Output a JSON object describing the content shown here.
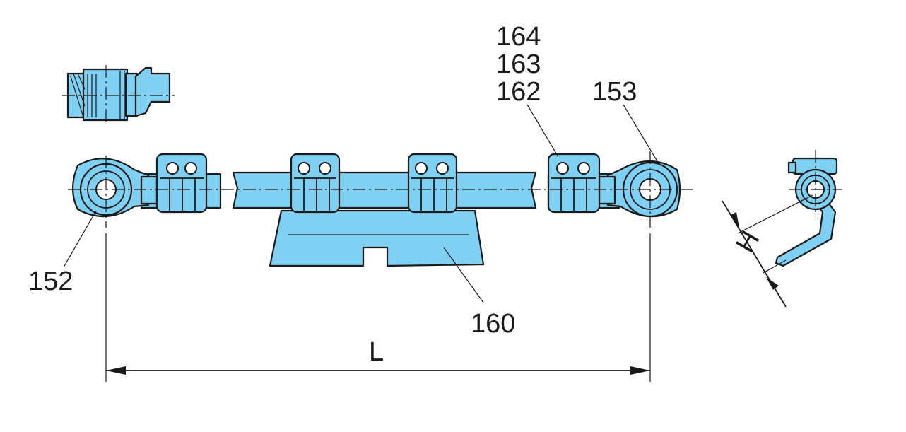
{
  "labels": {
    "part_164": "164",
    "part_163": "163",
    "part_162": "162",
    "part_153": "153",
    "part_152": "152",
    "part_160": "160",
    "dim_length": "L",
    "dim_height": "H"
  },
  "colors": {
    "part_fill": "#7fd0f3",
    "outline": "#1a1a1a",
    "background": "#ffffff"
  }
}
